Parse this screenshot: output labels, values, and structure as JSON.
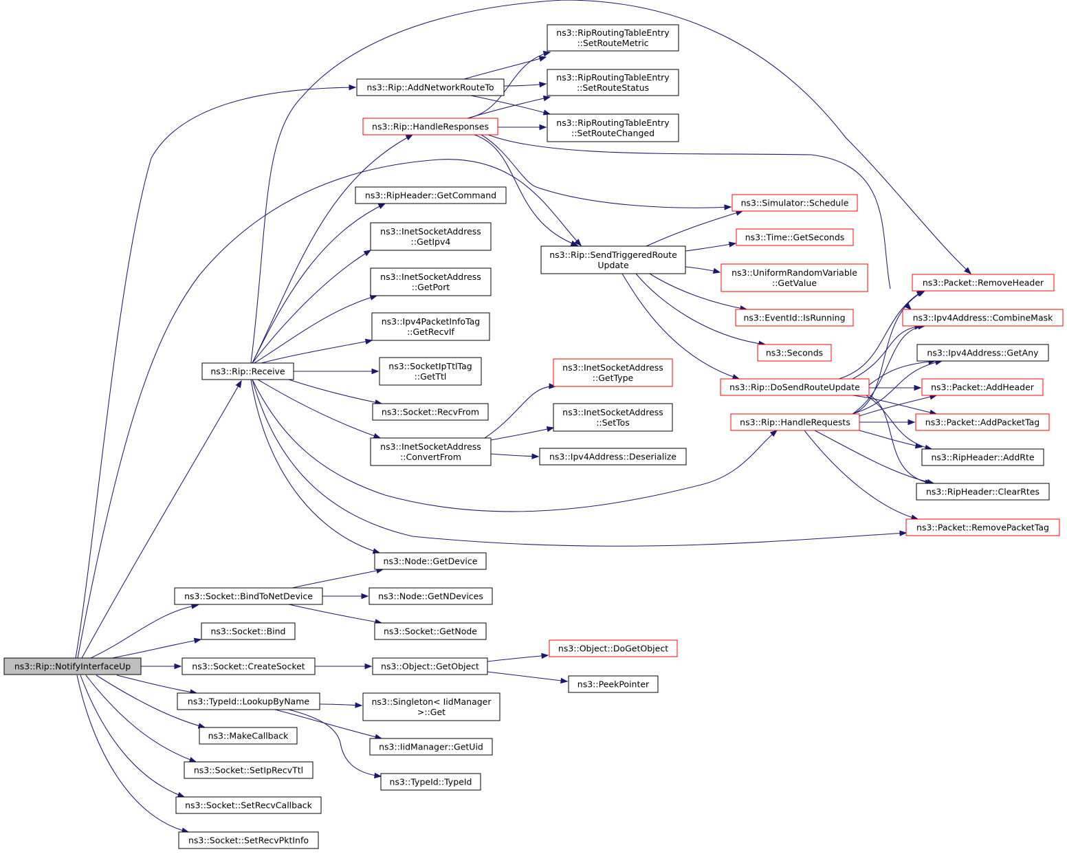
{
  "colors": {
    "edge": "#191970",
    "node_border": "#000000",
    "node_border_incomplete": "#ff0000",
    "root_fill": "#bfbfbf",
    "node_fill": "#ffffff"
  },
  "nodes": [
    {
      "id": "notifyup",
      "lines": [
        "ns3::Rip::NotifyInterfaceUp"
      ],
      "style": "root"
    },
    {
      "id": "addnet",
      "lines": [
        "ns3::Rip::AddNetworkRouteTo"
      ],
      "style": "normal"
    },
    {
      "id": "handleresp",
      "lines": [
        "ns3::Rip::HandleResponses"
      ],
      "style": "incomplete"
    },
    {
      "id": "getcommand",
      "lines": [
        "ns3::RipHeader::GetCommand"
      ],
      "style": "normal"
    },
    {
      "id": "getipv4",
      "lines": [
        "ns3::InetSocketAddress",
        "::GetIpv4"
      ],
      "style": "normal"
    },
    {
      "id": "getport",
      "lines": [
        "ns3::InetSocketAddress",
        "::GetPort"
      ],
      "style": "normal"
    },
    {
      "id": "getrecvif",
      "lines": [
        "ns3::Ipv4PacketInfoTag",
        "::GetRecvIf"
      ],
      "style": "normal"
    },
    {
      "id": "receive",
      "lines": [
        "ns3::Rip::Receive"
      ],
      "style": "normal"
    },
    {
      "id": "getttl",
      "lines": [
        "ns3::SocketIpTtlTag",
        "::GetTtl"
      ],
      "style": "normal"
    },
    {
      "id": "recvfrom",
      "lines": [
        "ns3::Socket::RecvFrom"
      ],
      "style": "normal"
    },
    {
      "id": "convertfrom",
      "lines": [
        "ns3::InetSocketAddress",
        "::ConvertFrom"
      ],
      "style": "normal"
    },
    {
      "id": "setroutemetric",
      "lines": [
        "ns3::RipRoutingTableEntry",
        "::SetRouteMetric"
      ],
      "style": "normal"
    },
    {
      "id": "setroutestatus",
      "lines": [
        "ns3::RipRoutingTableEntry",
        "::SetRouteStatus"
      ],
      "style": "normal"
    },
    {
      "id": "setroutechanged",
      "lines": [
        "ns3::RipRoutingTableEntry",
        "::SetRouteChanged"
      ],
      "style": "normal"
    },
    {
      "id": "sendtriggered",
      "lines": [
        "ns3::Rip::SendTriggeredRoute",
        "Update"
      ],
      "style": "normal"
    },
    {
      "id": "schedule",
      "lines": [
        "ns3::Simulator::Schedule"
      ],
      "style": "incomplete"
    },
    {
      "id": "getseconds",
      "lines": [
        "ns3::Time::GetSeconds"
      ],
      "style": "incomplete"
    },
    {
      "id": "getvalue",
      "lines": [
        "ns3::UniformRandomVariable",
        "::GetValue"
      ],
      "style": "incomplete"
    },
    {
      "id": "isrunning",
      "lines": [
        "ns3::EventId::IsRunning"
      ],
      "style": "incomplete"
    },
    {
      "id": "seconds",
      "lines": [
        "ns3::Seconds"
      ],
      "style": "incomplete"
    },
    {
      "id": "dosend",
      "lines": [
        "ns3::Rip::DoSendRouteUpdate"
      ],
      "style": "incomplete"
    },
    {
      "id": "handlereq",
      "lines": [
        "ns3::Rip::HandleRequests"
      ],
      "style": "incomplete"
    },
    {
      "id": "gettype",
      "lines": [
        "ns3::InetSocketAddress",
        "::GetType"
      ],
      "style": "incomplete"
    },
    {
      "id": "settos",
      "lines": [
        "ns3::InetSocketAddress",
        "::SetTos"
      ],
      "style": "normal"
    },
    {
      "id": "deserialize",
      "lines": [
        "ns3::Ipv4Address::Deserialize"
      ],
      "style": "normal"
    },
    {
      "id": "removeheader",
      "lines": [
        "ns3::Packet::RemoveHeader"
      ],
      "style": "incomplete"
    },
    {
      "id": "combinemask",
      "lines": [
        "ns3::Ipv4Address::CombineMask"
      ],
      "style": "incomplete"
    },
    {
      "id": "getany",
      "lines": [
        "ns3::Ipv4Address::GetAny"
      ],
      "style": "normal"
    },
    {
      "id": "addheader",
      "lines": [
        "ns3::Packet::AddHeader"
      ],
      "style": "incomplete"
    },
    {
      "id": "addpackettag",
      "lines": [
        "ns3::Packet::AddPacketTag"
      ],
      "style": "incomplete"
    },
    {
      "id": "addrte",
      "lines": [
        "ns3::RipHeader::AddRte"
      ],
      "style": "normal"
    },
    {
      "id": "clearrtes",
      "lines": [
        "ns3::RipHeader::ClearRtes"
      ],
      "style": "normal"
    },
    {
      "id": "removepackettag",
      "lines": [
        "ns3::Packet::RemovePacketTag"
      ],
      "style": "incomplete"
    },
    {
      "id": "getdevice",
      "lines": [
        "ns3::Node::GetDevice"
      ],
      "style": "normal"
    },
    {
      "id": "bindtonet",
      "lines": [
        "ns3::Socket::BindToNetDevice"
      ],
      "style": "normal"
    },
    {
      "id": "getndevices",
      "lines": [
        "ns3::Node::GetNDevices"
      ],
      "style": "normal"
    },
    {
      "id": "bind",
      "lines": [
        "ns3::Socket::Bind"
      ],
      "style": "normal"
    },
    {
      "id": "getnode",
      "lines": [
        "ns3::Socket::GetNode"
      ],
      "style": "normal"
    },
    {
      "id": "dogetobject",
      "lines": [
        "ns3::Object::DoGetObject"
      ],
      "style": "incomplete"
    },
    {
      "id": "createsocket",
      "lines": [
        "ns3::Socket::CreateSocket"
      ],
      "style": "normal"
    },
    {
      "id": "getobject",
      "lines": [
        "ns3::Object::GetObject"
      ],
      "style": "normal"
    },
    {
      "id": "peekpointer",
      "lines": [
        "ns3::PeekPointer"
      ],
      "style": "normal"
    },
    {
      "id": "lookupbyname",
      "lines": [
        "ns3::TypeId::LookupByName"
      ],
      "style": "normal"
    },
    {
      "id": "singletonget",
      "lines": [
        "ns3::Singleton< IidManager",
        ">::Get"
      ],
      "style": "normal"
    },
    {
      "id": "makecallback",
      "lines": [
        "ns3::MakeCallback"
      ],
      "style": "normal"
    },
    {
      "id": "getuid",
      "lines": [
        "ns3::IidManager::GetUid"
      ],
      "style": "normal"
    },
    {
      "id": "setiprecvttl",
      "lines": [
        "ns3::Socket::SetIpRecvTtl"
      ],
      "style": "normal"
    },
    {
      "id": "typeid",
      "lines": [
        "ns3::TypeId::TypeId"
      ],
      "style": "normal"
    },
    {
      "id": "setrecvcallback",
      "lines": [
        "ns3::Socket::SetRecvCallback"
      ],
      "style": "normal"
    },
    {
      "id": "setrecvpktinfo",
      "lines": [
        "ns3::Socket::SetRecvPktInfo"
      ],
      "style": "normal"
    }
  ],
  "edges": [
    [
      "notifyup",
      "addnet"
    ],
    [
      "notifyup",
      "sendtriggered"
    ],
    [
      "notifyup",
      "receive"
    ],
    [
      "notifyup",
      "bindtonet"
    ],
    [
      "notifyup",
      "bind"
    ],
    [
      "notifyup",
      "createsocket"
    ],
    [
      "notifyup",
      "lookupbyname"
    ],
    [
      "notifyup",
      "makecallback"
    ],
    [
      "notifyup",
      "setiprecvttl"
    ],
    [
      "notifyup",
      "setrecvcallback"
    ],
    [
      "notifyup",
      "setrecvpktinfo"
    ],
    [
      "addnet",
      "setroutemetric"
    ],
    [
      "addnet",
      "setroutestatus"
    ],
    [
      "addnet",
      "setroutechanged"
    ],
    [
      "handleresp",
      "setroutemetric"
    ],
    [
      "handleresp",
      "setroutestatus"
    ],
    [
      "handleresp",
      "setroutechanged"
    ],
    [
      "handleresp",
      "sendtriggered"
    ],
    [
      "handleresp",
      "schedule"
    ],
    [
      "handleresp",
      "combinemask"
    ],
    [
      "receive",
      "handleresp"
    ],
    [
      "receive",
      "getcommand"
    ],
    [
      "receive",
      "getipv4"
    ],
    [
      "receive",
      "getport"
    ],
    [
      "receive",
      "getrecvif"
    ],
    [
      "receive",
      "getttl"
    ],
    [
      "receive",
      "recvfrom"
    ],
    [
      "receive",
      "convertfrom"
    ],
    [
      "receive",
      "handlereq"
    ],
    [
      "receive",
      "getdevice"
    ],
    [
      "receive",
      "removepackettag"
    ],
    [
      "receive",
      "removeheader"
    ],
    [
      "convertfrom",
      "gettype"
    ],
    [
      "convertfrom",
      "settos"
    ],
    [
      "convertfrom",
      "deserialize"
    ],
    [
      "sendtriggered",
      "schedule"
    ],
    [
      "sendtriggered",
      "getseconds"
    ],
    [
      "sendtriggered",
      "getvalue"
    ],
    [
      "sendtriggered",
      "isrunning"
    ],
    [
      "sendtriggered",
      "seconds"
    ],
    [
      "sendtriggered",
      "dosend"
    ],
    [
      "dosend",
      "removeheader"
    ],
    [
      "dosend",
      "combinemask"
    ],
    [
      "dosend",
      "getany"
    ],
    [
      "dosend",
      "addheader"
    ],
    [
      "dosend",
      "addpackettag"
    ],
    [
      "dosend",
      "addrte"
    ],
    [
      "dosend",
      "clearrtes"
    ],
    [
      "handlereq",
      "removeheader"
    ],
    [
      "handlereq",
      "combinemask"
    ],
    [
      "handlereq",
      "getany"
    ],
    [
      "handlereq",
      "addheader"
    ],
    [
      "handlereq",
      "addpackettag"
    ],
    [
      "handlereq",
      "addrte"
    ],
    [
      "handlereq",
      "clearrtes"
    ],
    [
      "handlereq",
      "removepackettag"
    ],
    [
      "bindtonet",
      "getdevice"
    ],
    [
      "bindtonet",
      "getndevices"
    ],
    [
      "bindtonet",
      "getnode"
    ],
    [
      "createsocket",
      "getobject"
    ],
    [
      "getobject",
      "dogetobject"
    ],
    [
      "getobject",
      "peekpointer"
    ],
    [
      "lookupbyname",
      "singletonget"
    ],
    [
      "lookupbyname",
      "getuid"
    ],
    [
      "lookupbyname",
      "typeid"
    ]
  ]
}
